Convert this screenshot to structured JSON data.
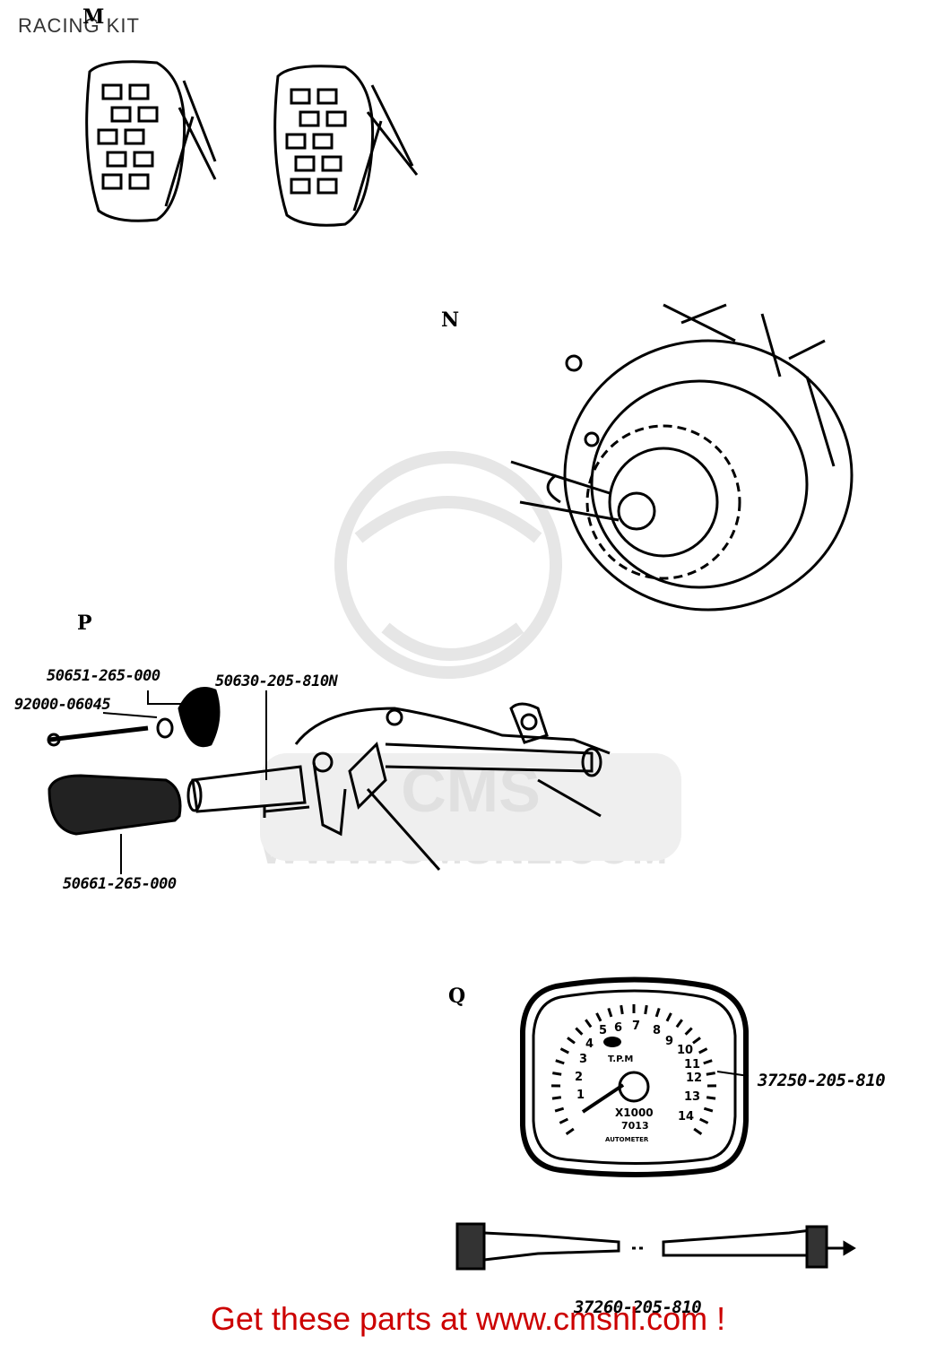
{
  "page": {
    "title": "RACING KIT",
    "footer": "Get these parts at www.cmsnl.com !",
    "watermark": "WWW.CMSNL.COM"
  },
  "sections": {
    "m": "M",
    "n": "N",
    "p": "P",
    "q": "Q"
  },
  "parts": {
    "p1": "50651-265-000",
    "p2": "92000-06045",
    "p3": "50630-205-810N",
    "p4": "50661-265-000",
    "q1": "37250-205-810",
    "q2": "37260-205-810"
  },
  "gauge": {
    "rpm_label": "T.P.M",
    "multiplier": "X1000",
    "model": "7013",
    "brand": "AUTOMETER",
    "numbers": [
      "1",
      "2",
      "3",
      "4",
      "5",
      "6",
      "7",
      "8",
      "9",
      "10",
      "11",
      "12",
      "13",
      "14"
    ]
  },
  "colors": {
    "footer": "#cc0000",
    "ink": "#000000",
    "watermark": "#e4e4e4"
  }
}
